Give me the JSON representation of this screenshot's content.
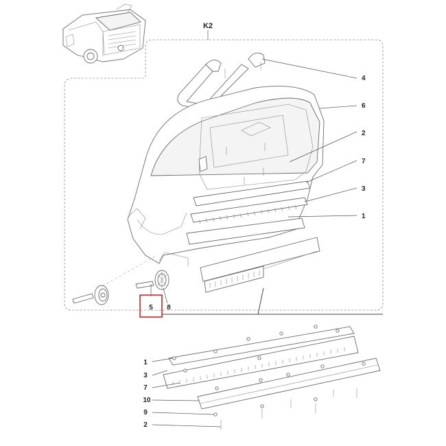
{
  "diagram": {
    "group_label": "K2",
    "callouts": {
      "top": [
        "4",
        "6",
        "2",
        "7",
        "3",
        "1"
      ],
      "bottom_left": [
        "5",
        "8"
      ],
      "bottom_detail": [
        "1",
        "3",
        "7",
        "10",
        "9",
        "2"
      ]
    },
    "highlighted_callout": "5",
    "colors": {
      "line": "#6a6a6a",
      "label": "#222222",
      "highlight": "#e02020"
    }
  }
}
